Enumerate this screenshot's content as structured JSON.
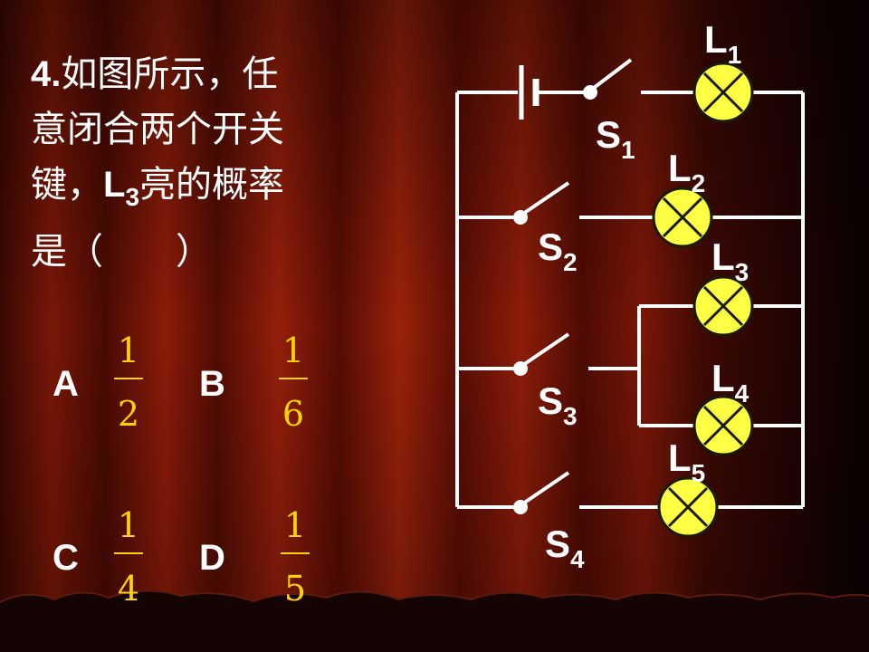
{
  "question": {
    "number": "4.",
    "line1": "如图所示，任",
    "line2": "意闭合两个开关",
    "line3_pre": "键，",
    "line3_L": "L",
    "line3_sub": "3",
    "line3_post": "亮的概率",
    "line4": "是（　　）"
  },
  "options": [
    {
      "letter": "A",
      "numerator": "1",
      "denominator": "2"
    },
    {
      "letter": "B",
      "numerator": "1",
      "denominator": "6"
    },
    {
      "letter": "C",
      "numerator": "1",
      "denominator": "4"
    },
    {
      "letter": "D",
      "numerator": "1",
      "denominator": "5"
    }
  ],
  "circuit": {
    "switches": [
      {
        "letter": "S",
        "sub": "1"
      },
      {
        "letter": "S",
        "sub": "2"
      },
      {
        "letter": "S",
        "sub": "3"
      },
      {
        "letter": "S",
        "sub": "4"
      }
    ],
    "lamps": [
      {
        "letter": "L",
        "sub": "1"
      },
      {
        "letter": "L",
        "sub": "2"
      },
      {
        "letter": "L",
        "sub": "3"
      },
      {
        "letter": "L",
        "sub": "4"
      },
      {
        "letter": "L",
        "sub": "5"
      }
    ]
  },
  "colors": {
    "background_dark": "#2a0602",
    "curtain_red": "#8a1a08",
    "text": "#ffffff",
    "fraction": "#ffd200",
    "lamp_fill": "#ffff44",
    "wire": "#ffffff"
  }
}
